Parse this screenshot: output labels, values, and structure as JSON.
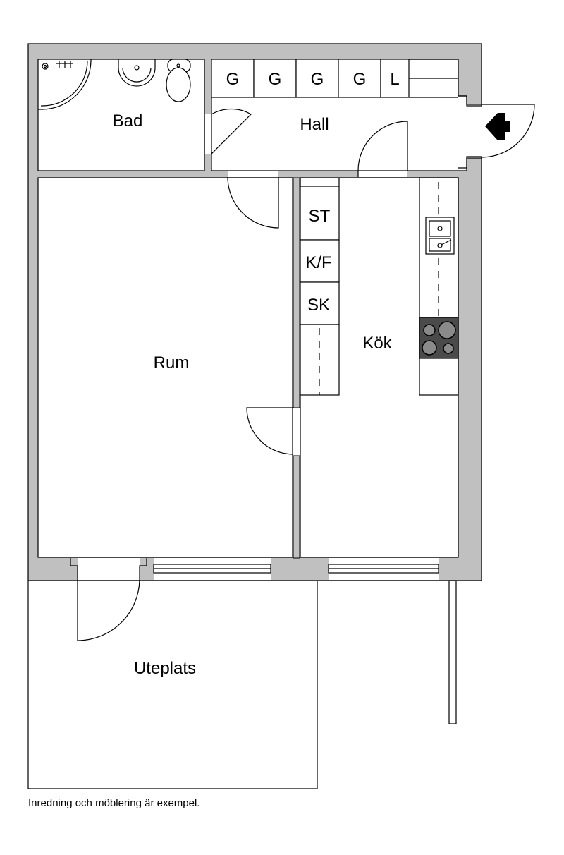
{
  "rooms": {
    "bad": "Bad",
    "hall": "Hall",
    "rum": "Rum",
    "kok": "Kök",
    "uteplats": "Uteplats"
  },
  "fixtures": {
    "wardrobes": [
      "G",
      "G",
      "G",
      "G",
      "L"
    ],
    "storage": "ST",
    "fridge_freezer": "K/F",
    "cabinet": "SK"
  },
  "caption": "Inredning och möblering är exempel.",
  "icons": {
    "entrance": "entrance-arrow-icon",
    "sink": "sink-icon",
    "basin": "washbasin-icon",
    "toilet": "toilet-icon",
    "shower": "shower-icon",
    "stove": "stove-icon"
  },
  "colors": {
    "wall": "#c0c0c0",
    "line": "#000000",
    "stove": "#4a4a4a",
    "background": "#ffffff"
  }
}
